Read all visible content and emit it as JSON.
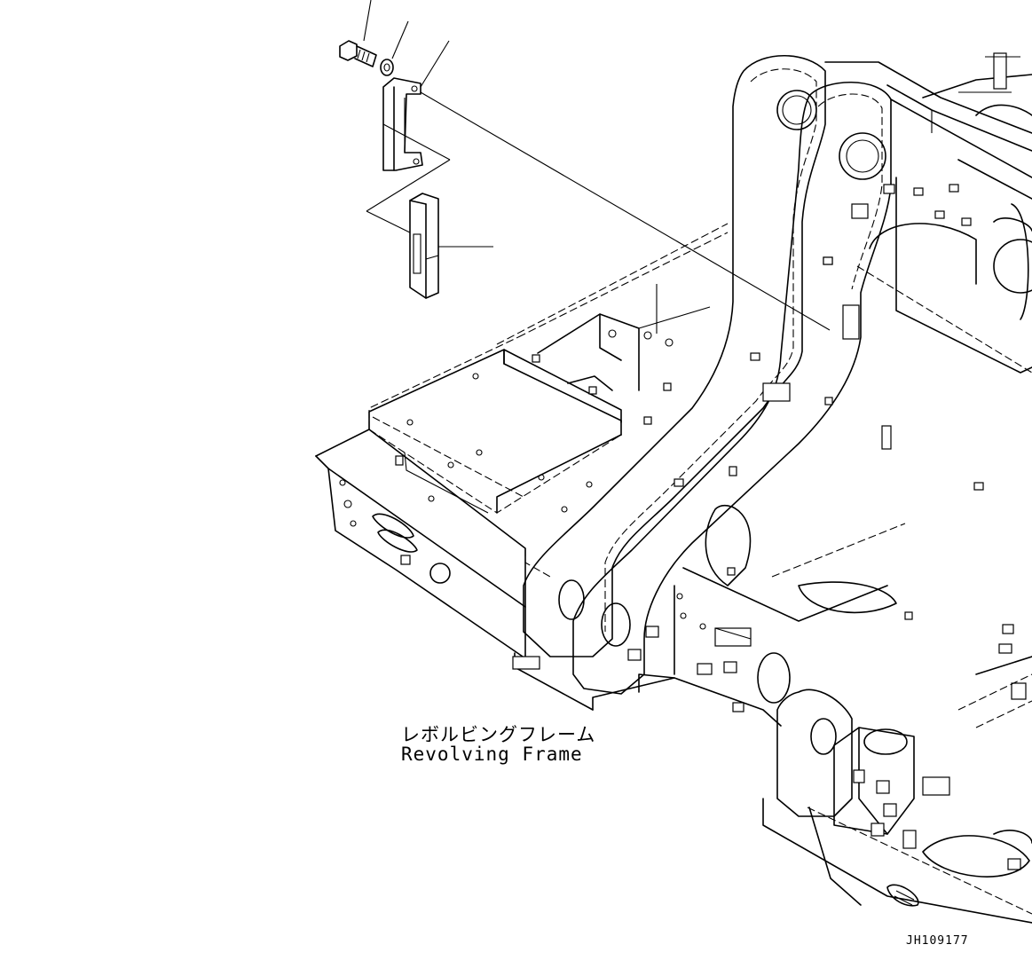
{
  "diagram": {
    "label_jp": "レボルビングフレーム",
    "label_en": "Revolving Frame",
    "drawing_id": "JH109177"
  },
  "parts": [
    "bolt",
    "washer",
    "bracket",
    "block"
  ]
}
